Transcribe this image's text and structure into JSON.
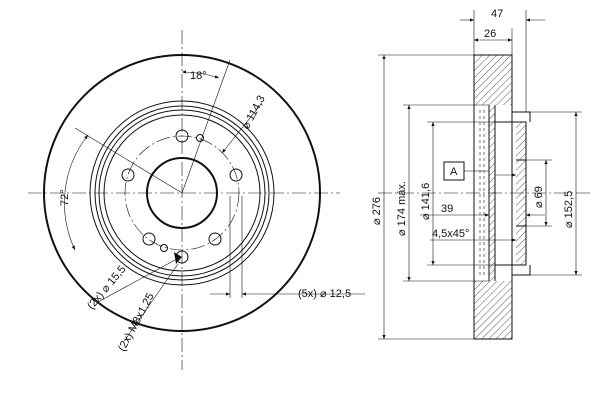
{
  "front_view": {
    "dim_angle_pcd": "18°",
    "dim_pcd": "⌀ 114,3",
    "dim_angle_72": "72°",
    "dim_center_hole": "(2x) ⌀ 15,5",
    "dim_thread": "(2x) M8x1,25",
    "dim_bolt_holes": "(5x) ⌀ 12,5"
  },
  "side_view": {
    "dim_thickness_total": "47",
    "dim_thickness_disc": "26",
    "dim_outer_diameter": "⌀ 276",
    "dim_max_diameter": "⌀ 174 máx.",
    "dim_hat_diameter": "⌀ 141,6",
    "dim_depth": "39",
    "dim_chamfer": "4,5x45°",
    "dim_center_bore": "⌀ 69",
    "dim_flange_diameter": "⌀ 152,5",
    "datum_label": "A"
  }
}
